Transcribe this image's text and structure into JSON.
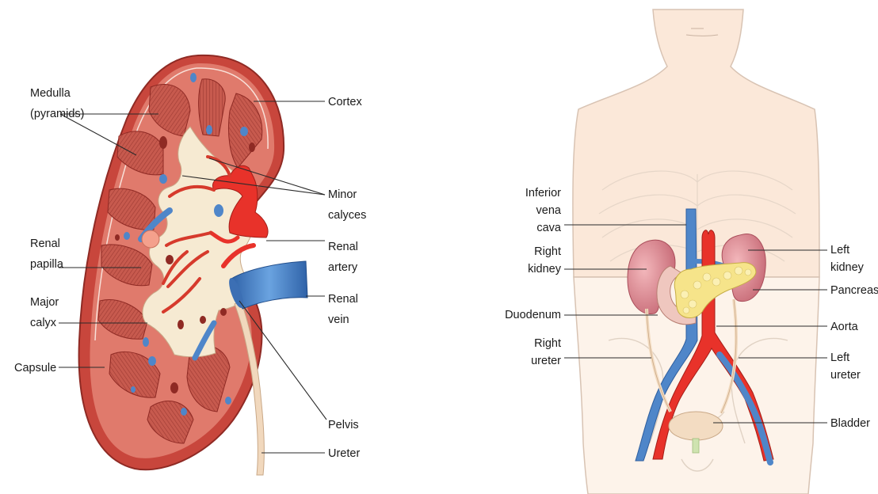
{
  "kidney_section": {
    "labels": {
      "medulla_line1": "Medulla",
      "medulla_line2": "(pyramids)",
      "cortex": "Cortex",
      "minor_calyces_line1": "Minor",
      "minor_calyces_line2": "calyces",
      "renal_papilla_line1": "Renal",
      "renal_papilla_line2": "papilla",
      "renal_artery_line1": "Renal",
      "renal_artery_line2": "artery",
      "major_calyx_line1": "Major",
      "major_calyx_line2": "calyx",
      "renal_vein_line1": "Renal",
      "renal_vein_line2": "vein",
      "capsule": "Capsule",
      "pelvis": "Pelvis",
      "ureter": "Ureter"
    }
  },
  "urinary_system": {
    "labels": {
      "ivc_line1": "Inferior",
      "ivc_line2": "vena",
      "ivc_line3": "cava",
      "right_kidney_line1": "Right",
      "right_kidney_line2": "kidney",
      "duodenum": "Duodenum",
      "right_ureter_line1": "Right",
      "right_ureter_line2": "ureter",
      "left_kidney_line1": "Left",
      "left_kidney_line2": "kidney",
      "pancreas": "Pancreas",
      "aorta": "Aorta",
      "left_ureter_line1": "Left",
      "left_ureter_line2": "ureter",
      "bladder": "Bladder"
    }
  },
  "colors": {
    "capsule_red": "#c8463c",
    "cortex": "#e07a6c",
    "pyramid": "#c75a4e",
    "pelvis_cream": "#f6ead2",
    "artery_red": "#e8322a",
    "vein_blue": "#4f86c9",
    "skin": "#fbe8d9",
    "pancreas_yellow": "#f6e48a",
    "kidney_pink": "#d9818c"
  }
}
